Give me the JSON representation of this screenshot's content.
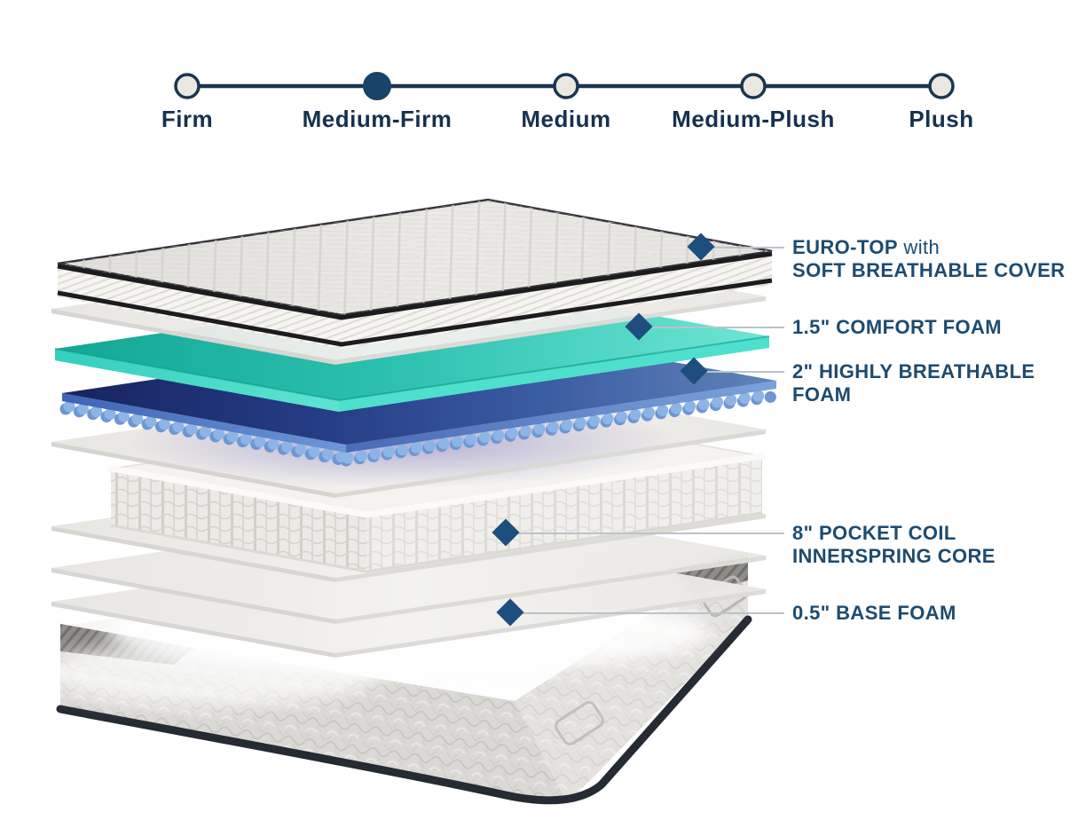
{
  "firmness_scale": {
    "selected": "Medium-Firm",
    "options": [
      {
        "label": "Firm",
        "selected": false,
        "dot_color": "#eae7e0"
      },
      {
        "label": "Medium-Firm",
        "selected": true,
        "dot_color": "#174468"
      },
      {
        "label": "Medium",
        "selected": false,
        "dot_color": "#eae7e0"
      },
      {
        "label": "Medium-Plush",
        "selected": false,
        "dot_color": "#eae7e0"
      },
      {
        "label": "Plush",
        "selected": false,
        "dot_color": "#eae7e0"
      }
    ]
  },
  "annotations": [
    {
      "name": "euro-top",
      "bold": "EURO-TOP",
      "regular": " with",
      "line2": "SOFT BREATHABLE COVER"
    },
    {
      "name": "comfort-foam",
      "line1": "1.5\" COMFORT FOAM"
    },
    {
      "name": "breathable-foam",
      "line1": "2\" HIGHLY BREATHABLE",
      "line2": "FOAM"
    },
    {
      "name": "pocket-coil",
      "line1": "8\" POCKET COIL",
      "line2": "INNERSPRING CORE"
    },
    {
      "name": "base-foam",
      "line1": "0.5\" BASE FOAM"
    }
  ],
  "colors": {
    "marker": "#1d4e7d",
    "connector": "#b9c4cc",
    "scale_line": "#1a3550",
    "label_text": "#1d4b70",
    "scale_text": "#16314e",
    "comfort_foam_teal": "#2cc7b6",
    "breathable_foam_blue": "#3c64b5"
  }
}
